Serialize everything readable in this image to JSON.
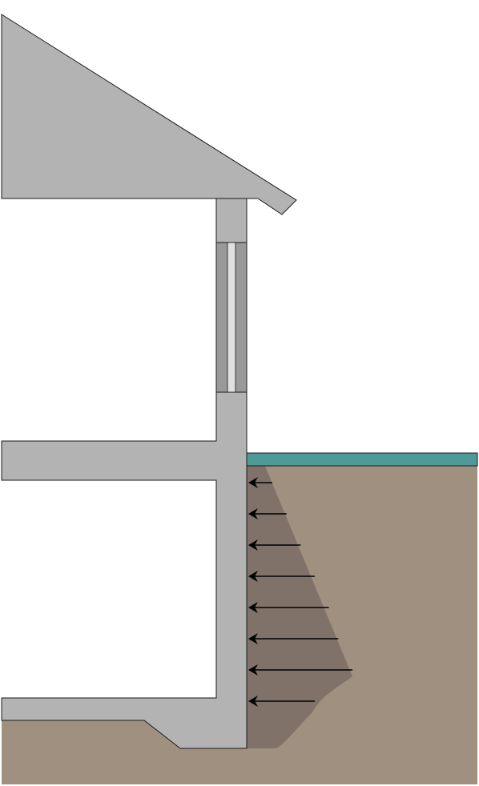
{
  "title": "",
  "colors": {
    "background": "#ffffff",
    "structure": "#b3b3b3",
    "structure_stroke": "#1a1a1a",
    "window_frame": "#999999",
    "window_glass": "#e0e0e0",
    "soil": "#a09080",
    "pressure_zone": "#807268",
    "grass": "#4e9a98",
    "arrow": "#000000"
  },
  "icons": {
    "arrow": "left-arrow-icon"
  },
  "pressure": {
    "direction": "toward-wall",
    "arrow_count": 8,
    "relative_magnitudes": [
      0.15,
      0.3,
      0.45,
      0.6,
      0.75,
      0.85,
      1.0,
      0.6
    ]
  }
}
